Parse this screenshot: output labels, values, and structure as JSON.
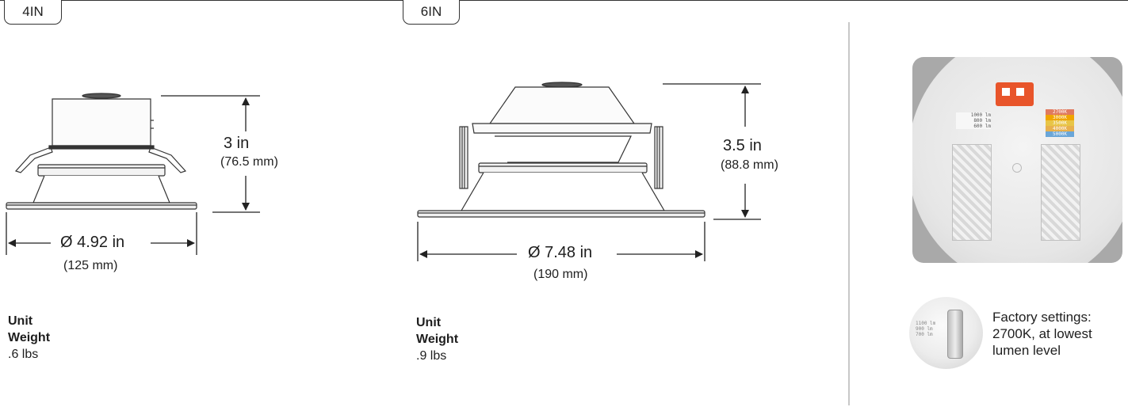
{
  "variants": [
    {
      "tab": "4IN",
      "height_main": "3 in",
      "height_sub": "(76.5 mm)",
      "diameter_main": "Ø 4.92 in",
      "diameter_sub": "(125  mm)",
      "weight_label_1": "Unit",
      "weight_label_2": "Weight",
      "weight_value": ".6 lbs"
    },
    {
      "tab": "6IN",
      "height_main": "3.5 in",
      "height_sub": "(88.8 mm)",
      "diameter_main": "Ø 7.48 in",
      "diameter_sub": "(190 mm)",
      "weight_label_1": "Unit",
      "weight_label_2": "Weight",
      "weight_value": ".9 lbs"
    }
  ],
  "settings_panel": {
    "lumen_options": [
      "1000 lm",
      "800 lm",
      "600 lm"
    ],
    "cct_options": [
      "2700K",
      "3000K",
      "3500K",
      "4000K",
      "5000K"
    ],
    "cct_colors": [
      "#e07a5f",
      "#f0a500",
      "#e8c547",
      "#e8b04d",
      "#6aa6d8"
    ],
    "knob_lumen_options": [
      "1100 lm",
      "900 lm",
      "700 lm"
    ],
    "factory_line_1": "Factory settings:",
    "factory_line_2": "2700K, at lowest",
    "factory_line_3": "lumen level"
  }
}
